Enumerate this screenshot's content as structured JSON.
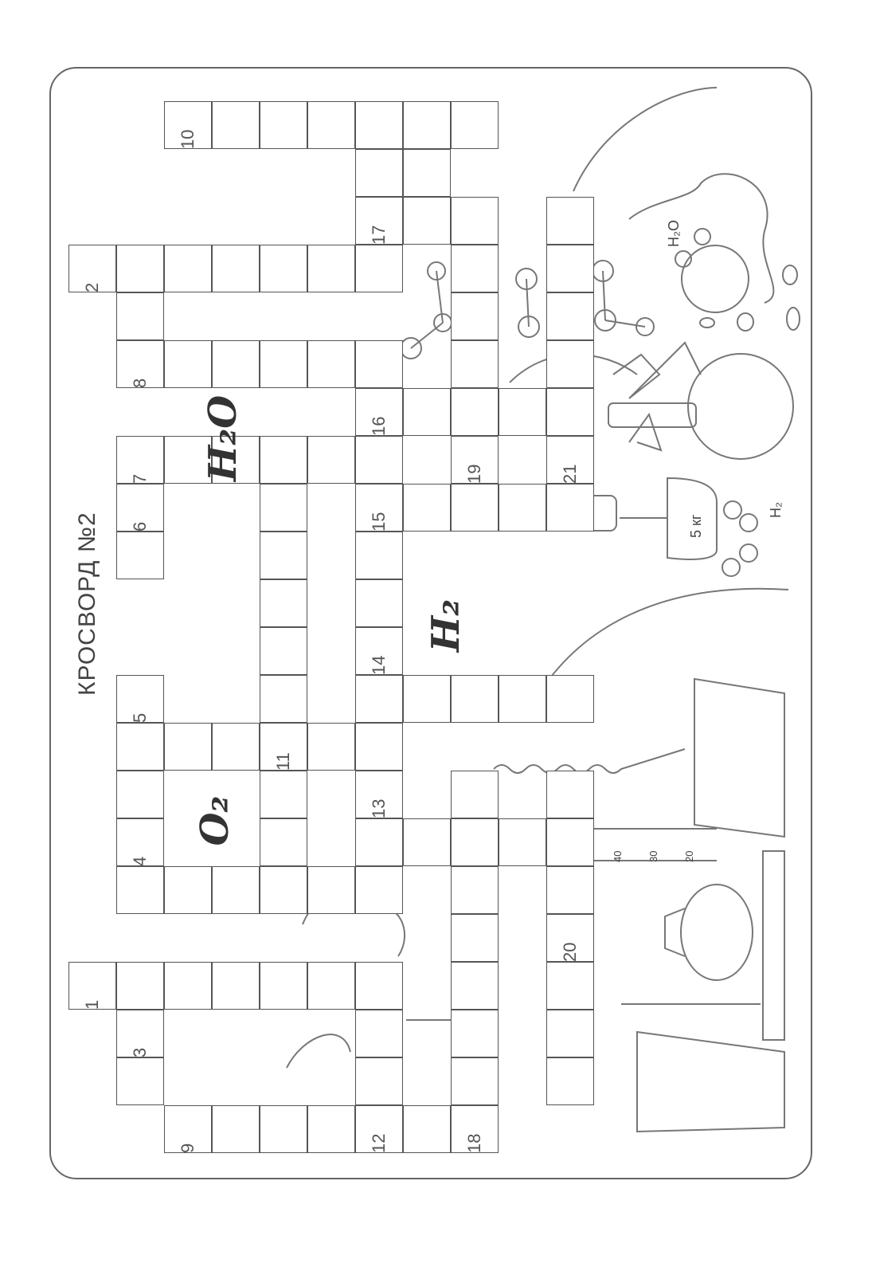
{
  "title": "КРОСВОРД №2",
  "formulas": {
    "water": "H₂O",
    "oxygen": "O₂",
    "hydrogen": "H₂"
  },
  "illustration_labels": {
    "flask_label": "H₂O",
    "balloons_label": "H₂",
    "weight_label": "5 кг",
    "cylinder_scale": [
      "40",
      "30",
      "20"
    ]
  },
  "clue_numbers": [
    "1",
    "2",
    "3",
    "4",
    "5",
    "6",
    "7",
    "8",
    "9",
    "10",
    "11",
    "12",
    "13",
    "14",
    "15",
    "16",
    "17",
    "18",
    "19",
    "20",
    "21"
  ],
  "colors": {
    "line": "#333333",
    "cell_border": "#555555",
    "background": "#ffffff"
  }
}
